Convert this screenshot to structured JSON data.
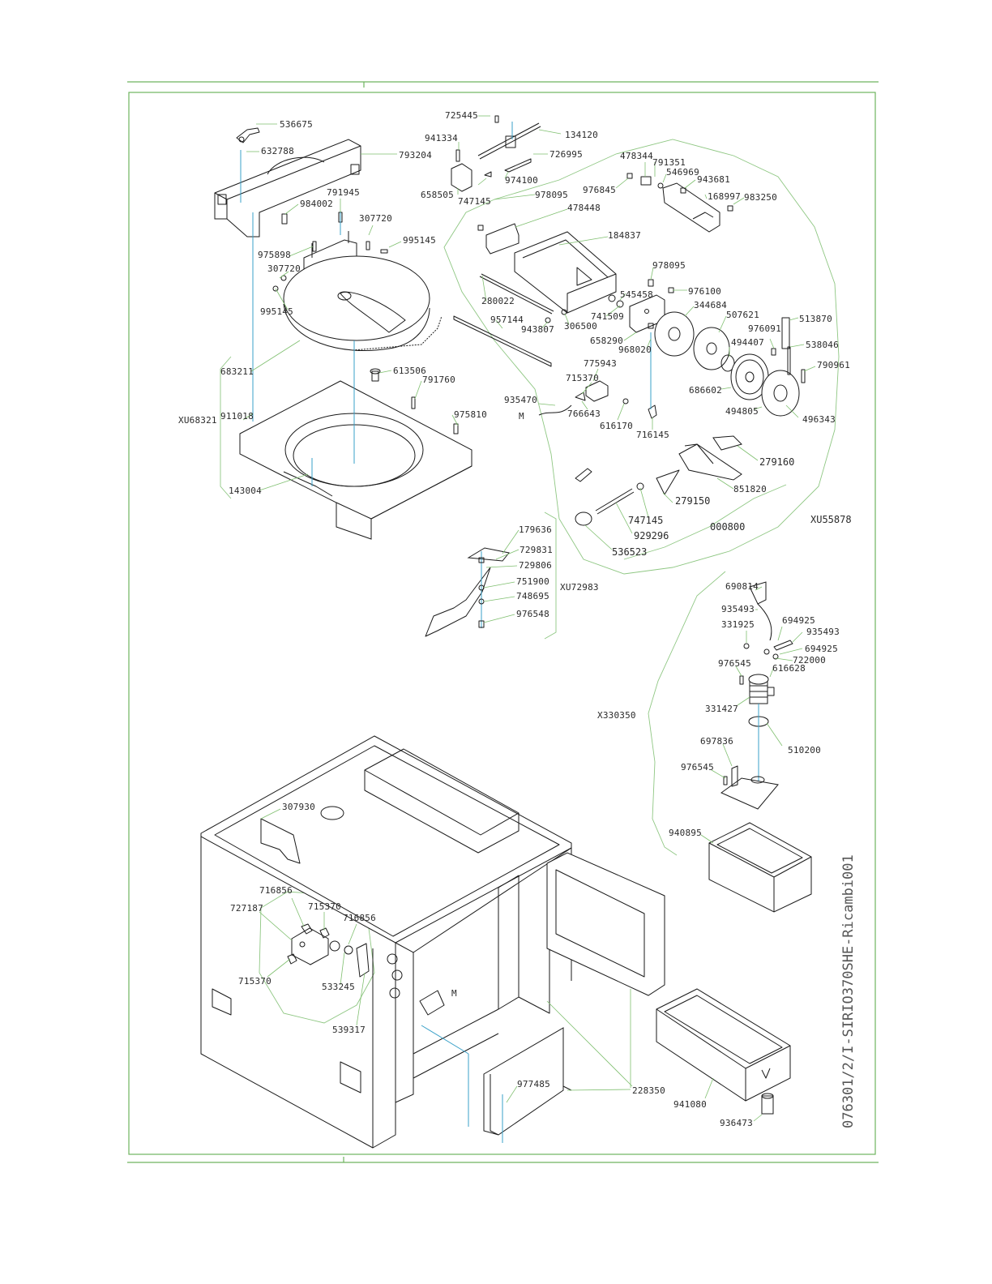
{
  "sheet_code": "076301/2/I-SIRIO370SHE-Ricambi001",
  "callouts": [
    {
      "id": "536675",
      "label": "536675"
    },
    {
      "id": "632788",
      "label": "632788"
    },
    {
      "id": "793204",
      "label": "793204"
    },
    {
      "id": "984002",
      "label": "984002"
    },
    {
      "id": "791945",
      "label": "791945"
    },
    {
      "id": "307720a",
      "label": "307720"
    },
    {
      "id": "995145a",
      "label": "995145"
    },
    {
      "id": "975898",
      "label": "975898"
    },
    {
      "id": "307720b",
      "label": "307720"
    },
    {
      "id": "995145b",
      "label": "995145"
    },
    {
      "id": "683211",
      "label": "683211"
    },
    {
      "id": "613506",
      "label": "613506"
    },
    {
      "id": "791760",
      "label": "791760"
    },
    {
      "id": "XU68321",
      "label": "XU68321"
    },
    {
      "id": "911018",
      "label": "911018"
    },
    {
      "id": "975810",
      "label": "975810"
    },
    {
      "id": "143004",
      "label": "143004"
    },
    {
      "id": "725445",
      "label": "725445"
    },
    {
      "id": "134120",
      "label": "134120"
    },
    {
      "id": "941334",
      "label": "941334"
    },
    {
      "id": "726995",
      "label": "726995"
    },
    {
      "id": "974100",
      "label": "974100"
    },
    {
      "id": "658505",
      "label": "658505"
    },
    {
      "id": "747145a",
      "label": "747145"
    },
    {
      "id": "478344",
      "label": "478344"
    },
    {
      "id": "791351",
      "label": "791351"
    },
    {
      "id": "546969",
      "label": "546969"
    },
    {
      "id": "943681",
      "label": "943681"
    },
    {
      "id": "976845",
      "label": "976845"
    },
    {
      "id": "978095a",
      "label": "978095"
    },
    {
      "id": "168997",
      "label": "168997"
    },
    {
      "id": "983250",
      "label": "983250"
    },
    {
      "id": "478448",
      "label": "478448"
    },
    {
      "id": "184837",
      "label": "184837"
    },
    {
      "id": "978095b",
      "label": "978095"
    },
    {
      "id": "545458",
      "label": "545458"
    },
    {
      "id": "976100",
      "label": "976100"
    },
    {
      "id": "280022",
      "label": "280022"
    },
    {
      "id": "741509",
      "label": "741509"
    },
    {
      "id": "344684",
      "label": "344684"
    },
    {
      "id": "507621",
      "label": "507621"
    },
    {
      "id": "513870",
      "label": "513870"
    },
    {
      "id": "957144",
      "label": "957144"
    },
    {
      "id": "943807",
      "label": "943807"
    },
    {
      "id": "306500",
      "label": "306500"
    },
    {
      "id": "658290",
      "label": "658290"
    },
    {
      "id": "976091",
      "label": "976091"
    },
    {
      "id": "494407",
      "label": "494407"
    },
    {
      "id": "538046",
      "label": "538046"
    },
    {
      "id": "968020",
      "label": "968020"
    },
    {
      "id": "775943",
      "label": "775943"
    },
    {
      "id": "790961",
      "label": "790961"
    },
    {
      "id": "715370a",
      "label": "715370"
    },
    {
      "id": "686602",
      "label": "686602"
    },
    {
      "id": "935470",
      "label": "935470"
    },
    {
      "id": "M1",
      "label": "M"
    },
    {
      "id": "766643",
      "label": "766643"
    },
    {
      "id": "616170",
      "label": "616170"
    },
    {
      "id": "494805",
      "label": "494805"
    },
    {
      "id": "496343",
      "label": "496343"
    },
    {
      "id": "716145",
      "label": "716145"
    },
    {
      "id": "279160",
      "label": "279160"
    },
    {
      "id": "851820",
      "label": "851820"
    },
    {
      "id": "279150",
      "label": "279150"
    },
    {
      "id": "747145b",
      "label": "747145"
    },
    {
      "id": "XU55878",
      "label": "XU55878"
    },
    {
      "id": "929296",
      "label": "929296"
    },
    {
      "id": "000800",
      "label": "000800"
    },
    {
      "id": "536523",
      "label": "536523"
    },
    {
      "id": "179636",
      "label": "179636"
    },
    {
      "id": "729831",
      "label": "729831"
    },
    {
      "id": "729806",
      "label": "729806"
    },
    {
      "id": "751900",
      "label": "751900"
    },
    {
      "id": "XU72983",
      "label": "XU72983"
    },
    {
      "id": "748695",
      "label": "748695"
    },
    {
      "id": "976548",
      "label": "976548"
    },
    {
      "id": "690814",
      "label": "690814"
    },
    {
      "id": "935493a",
      "label": "935493"
    },
    {
      "id": "331925",
      "label": "331925"
    },
    {
      "id": "694925a",
      "label": "694925"
    },
    {
      "id": "935493b",
      "label": "935493"
    },
    {
      "id": "694925b",
      "label": "694925"
    },
    {
      "id": "722000",
      "label": "722000"
    },
    {
      "id": "976545a",
      "label": "976545"
    },
    {
      "id": "616628",
      "label": "616628"
    },
    {
      "id": "X330350",
      "label": "X330350"
    },
    {
      "id": "331427",
      "label": "331427"
    },
    {
      "id": "510200",
      "label": "510200"
    },
    {
      "id": "697836",
      "label": "697836"
    },
    {
      "id": "976545b",
      "label": "976545"
    },
    {
      "id": "940895",
      "label": "940895"
    },
    {
      "id": "307930",
      "label": "307930"
    },
    {
      "id": "716856a",
      "label": "716856"
    },
    {
      "id": "727187",
      "label": "727187"
    },
    {
      "id": "715370b",
      "label": "715370"
    },
    {
      "id": "716856b",
      "label": "716856"
    },
    {
      "id": "715370c",
      "label": "715370"
    },
    {
      "id": "533245",
      "label": "533245"
    },
    {
      "id": "M2",
      "label": "M"
    },
    {
      "id": "539317",
      "label": "539317"
    },
    {
      "id": "977485",
      "label": "977485"
    },
    {
      "id": "228350",
      "label": "228350"
    },
    {
      "id": "941080",
      "label": "941080"
    },
    {
      "id": "936473",
      "label": "936473"
    }
  ]
}
